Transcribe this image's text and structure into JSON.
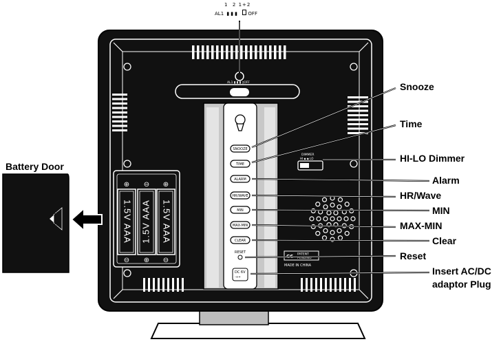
{
  "switch": {
    "positions_top": "1  2 1+2",
    "positions_bottom": "AL1",
    "off_label": "OFF"
  },
  "labels": {
    "snooze": "Snooze",
    "time": "Time",
    "dimmer": "HI-LO Dimmer",
    "alarm": "Alarm",
    "hr_wave": "HR/Wave",
    "min": "MIN",
    "max_min": "MAX-MIN",
    "clear": "Clear",
    "reset": "Reset",
    "adaptor_line1": "Insert AC/DC",
    "adaptor_line2": "adaptor Plug",
    "battery_door": "Battery Door"
  },
  "buttons": [
    "SNOOZE",
    "TIME",
    "ALARM",
    "HR/WAVE",
    "MIN",
    "MAX-MIN",
    "CLEAR"
  ],
  "device_text": {
    "reset": "RESET",
    "dimmer": "DIMMER",
    "dimmer_scale": "HI ◆  ◆ LO",
    "dc": "DC 6V",
    "patent_line1": "PATENT",
    "patent_line2": "PENDING",
    "ce": "CE",
    "made_in": "MADE IN CHINA"
  },
  "batteries": [
    "1.5V AAA",
    "1.5V AAA",
    "1.5V AAA"
  ]
}
